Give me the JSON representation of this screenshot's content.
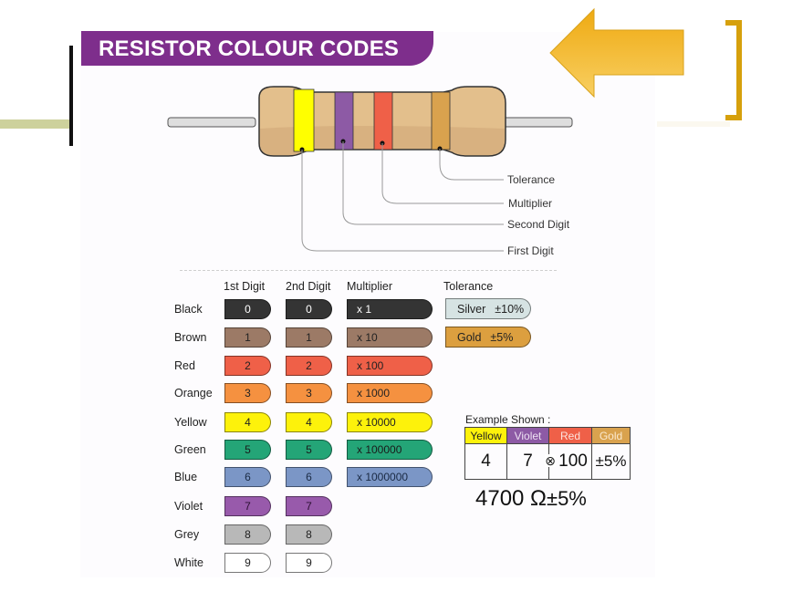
{
  "title": "RESISTOR COLOUR CODES",
  "colors": {
    "banner": "#7e2e8c",
    "arrow": "#f2b527",
    "bracket": "#d6a00c",
    "resistor_body": "#e3bf8c"
  },
  "resistor": {
    "bands": [
      {
        "name": "Yellow",
        "color": "#ffff00",
        "role": "First Digit"
      },
      {
        "name": "Violet",
        "color": "#8d5aa5",
        "role": "Second Digit"
      },
      {
        "name": "Red",
        "color": "#ef6048",
        "role": "Multiplier"
      },
      {
        "name": "Gold",
        "color": "#d9a24e",
        "role": "Tolerance"
      }
    ],
    "callouts": [
      "Tolerance",
      "Multiplier",
      "Second Digit",
      "First Digit"
    ]
  },
  "table": {
    "headers": {
      "first": "1st Digit",
      "second": "2nd Digit",
      "multiplier": "Multiplier",
      "tolerance": "Tolerance"
    },
    "rows": [
      {
        "color": "Black",
        "hex": "#343434",
        "text": "#ffffff",
        "first": "0",
        "second": "0",
        "multiplier": "x 1"
      },
      {
        "color": "Brown",
        "hex": "#9c7a66",
        "text": "#222222",
        "first": "1",
        "second": "1",
        "multiplier": "x 10"
      },
      {
        "color": "Red",
        "hex": "#ef6048",
        "text": "#222222",
        "first": "2",
        "second": "2",
        "multiplier": "x 100"
      },
      {
        "color": "Orange",
        "hex": "#f59140",
        "text": "#222222",
        "first": "3",
        "second": "3",
        "multiplier": "x 1000"
      },
      {
        "color": "Yellow",
        "hex": "#fdf20b",
        "text": "#222222",
        "first": "4",
        "second": "4",
        "multiplier": "x 10000"
      },
      {
        "color": "Green",
        "hex": "#24a577",
        "text": "#1a1a1a",
        "first": "5",
        "second": "5",
        "multiplier": "x 100000"
      },
      {
        "color": "Blue",
        "hex": "#7b96c6",
        "text": "#1a2a44",
        "first": "6",
        "second": "6",
        "multiplier": "x 1000000"
      },
      {
        "color": "Violet",
        "hex": "#985aab",
        "text": "#2a1030",
        "first": "7",
        "second": "7",
        "multiplier": ""
      },
      {
        "color": "Grey",
        "hex": "#b8b8b8",
        "text": "#222222",
        "first": "8",
        "second": "8",
        "multiplier": ""
      },
      {
        "color": "White",
        "hex": "#ffffff",
        "text": "#222222",
        "first": "9",
        "second": "9",
        "multiplier": ""
      }
    ],
    "tolerance": [
      {
        "name": "Silver",
        "value": "±10%",
        "hex": "#d6e3e3"
      },
      {
        "name": "Gold",
        "value": "±5%",
        "hex": "#dc9f3f"
      }
    ]
  },
  "example": {
    "label": "Example Shown :",
    "headers": [
      {
        "text": "Yellow",
        "bg": "#fdf20b",
        "fg": "#222222"
      },
      {
        "text": "Violet",
        "bg": "#8d5aa5",
        "fg": "#ede0f2"
      },
      {
        "text": "Red",
        "bg": "#ef6048",
        "fg": "#fde2dc"
      },
      {
        "text": "Gold",
        "bg": "#d9a24e",
        "fg": "#fbe9cf"
      }
    ],
    "values": [
      "4",
      "7",
      "100",
      "±5%"
    ],
    "times_symbol": "⊗",
    "result_value": "4700 Ω",
    "result_tolerance": "±5%"
  }
}
